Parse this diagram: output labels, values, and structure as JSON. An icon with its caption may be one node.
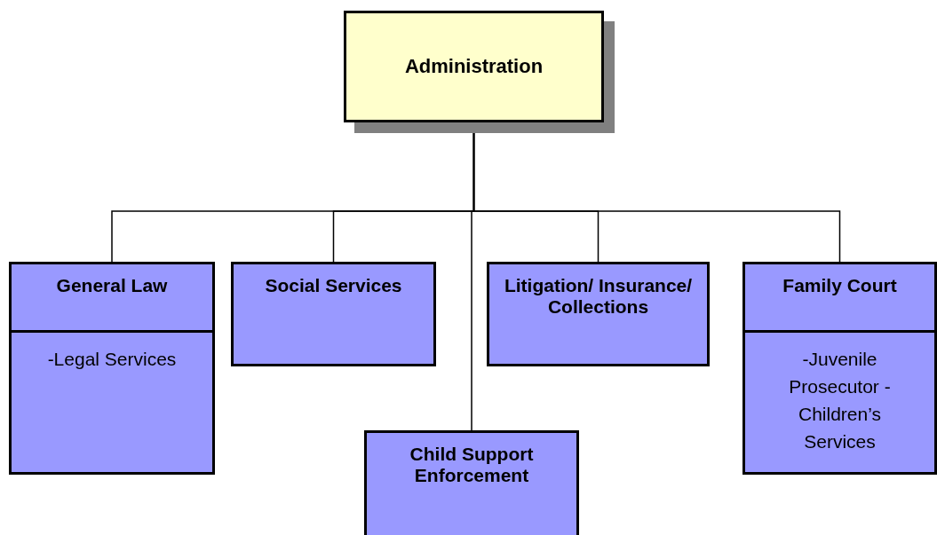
{
  "diagram": {
    "nodes": [
      {
        "text": [
          "Administration"
        ]
      },
      {
        "text": [
          "General Law",
          "-Legal Services"
        ]
      },
      {
        "text": [
          "Social Services"
        ]
      },
      {
        "text": [
          "Litigation/ Insurance/ Collections"
        ]
      },
      {
        "text": [
          "Family Court",
          "-Juvenile Prosecutor -Children’s Services"
        ]
      },
      {
        "text": [
          "Child Support Enforcement"
        ]
      }
    ],
    "edges": [
      {
        "from": 0,
        "to": 1,
        "arrow": "none"
      },
      {
        "from": 0,
        "to": 2,
        "arrow": "none"
      },
      {
        "from": 0,
        "to": 3,
        "arrow": "none"
      },
      {
        "from": 0,
        "to": 4,
        "arrow": "none"
      },
      {
        "from": 0,
        "to": 5,
        "arrow": "none"
      }
    ]
  }
}
